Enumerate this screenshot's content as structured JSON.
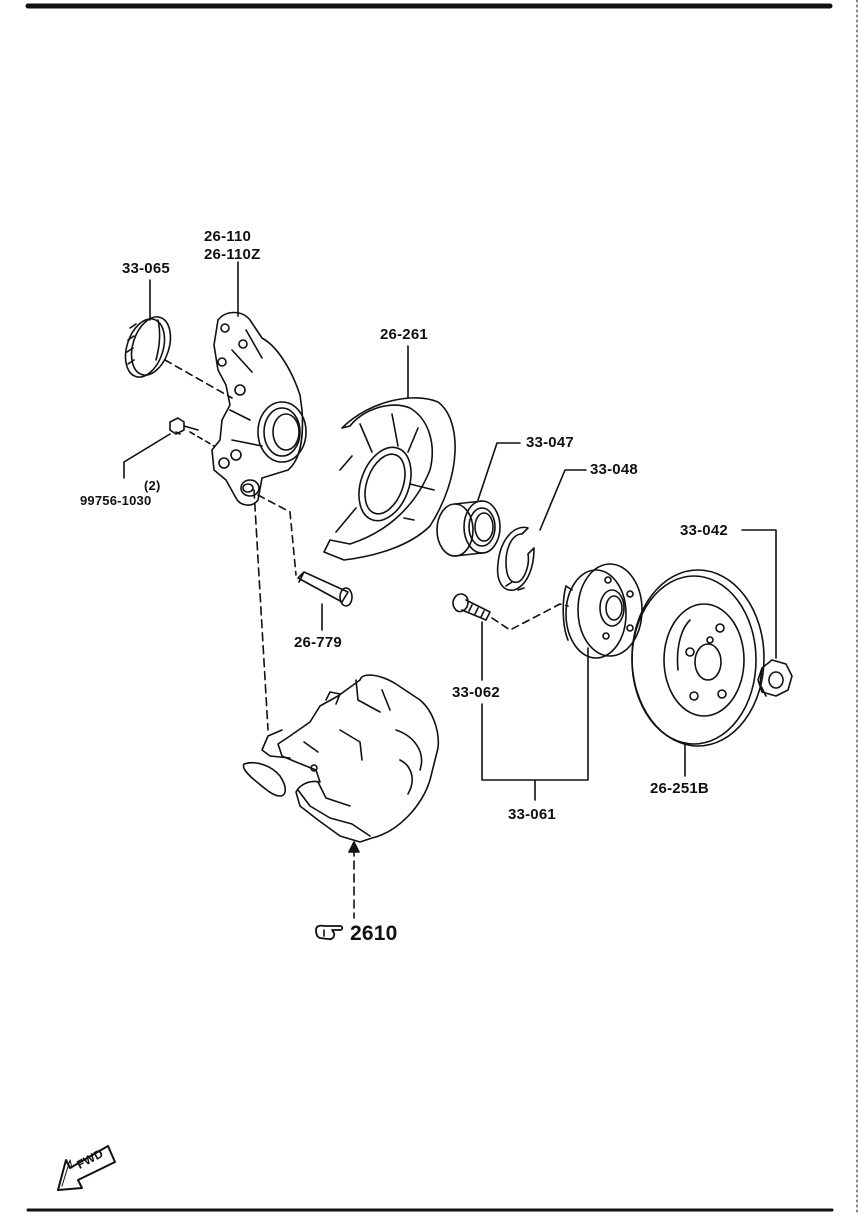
{
  "labels": {
    "p26_110": "26-110",
    "p26_110z": "26-110Z",
    "p33_065": "33-065",
    "p26_261": "26-261",
    "p33_047": "33-047",
    "p33_048": "33-048",
    "p33_042": "33-042",
    "qty": "(2)",
    "p99756": "99756-1030",
    "p26_779": "26-779",
    "p33_062": "33-062",
    "p33_061": "33-061",
    "p26_251b": "26-251B",
    "ref": "2610",
    "fwd": "FWD"
  },
  "icons": {
    "ref_pointer": "pointing-hand-icon",
    "fwd_arrow": "fwd-arrow-icon"
  },
  "colors": {
    "ink": "#111111",
    "paper": "#ffffff"
  }
}
